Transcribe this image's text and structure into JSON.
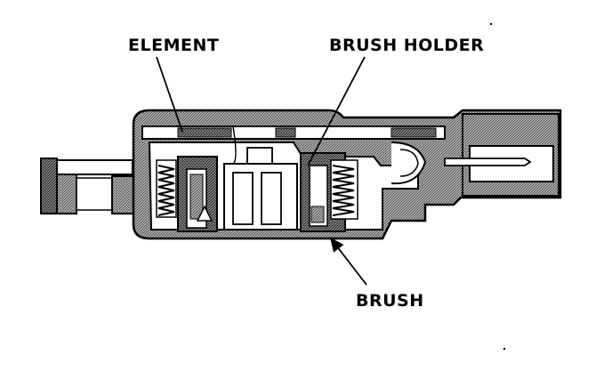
{
  "labels": {
    "element": "ELEMENT",
    "brush_holder": "BRUSH HOLDER",
    "brush": "BRUSH"
  },
  "colors": {
    "ink": "#000000",
    "hatch": "#9a9a9a",
    "paper": "#ffffff"
  }
}
